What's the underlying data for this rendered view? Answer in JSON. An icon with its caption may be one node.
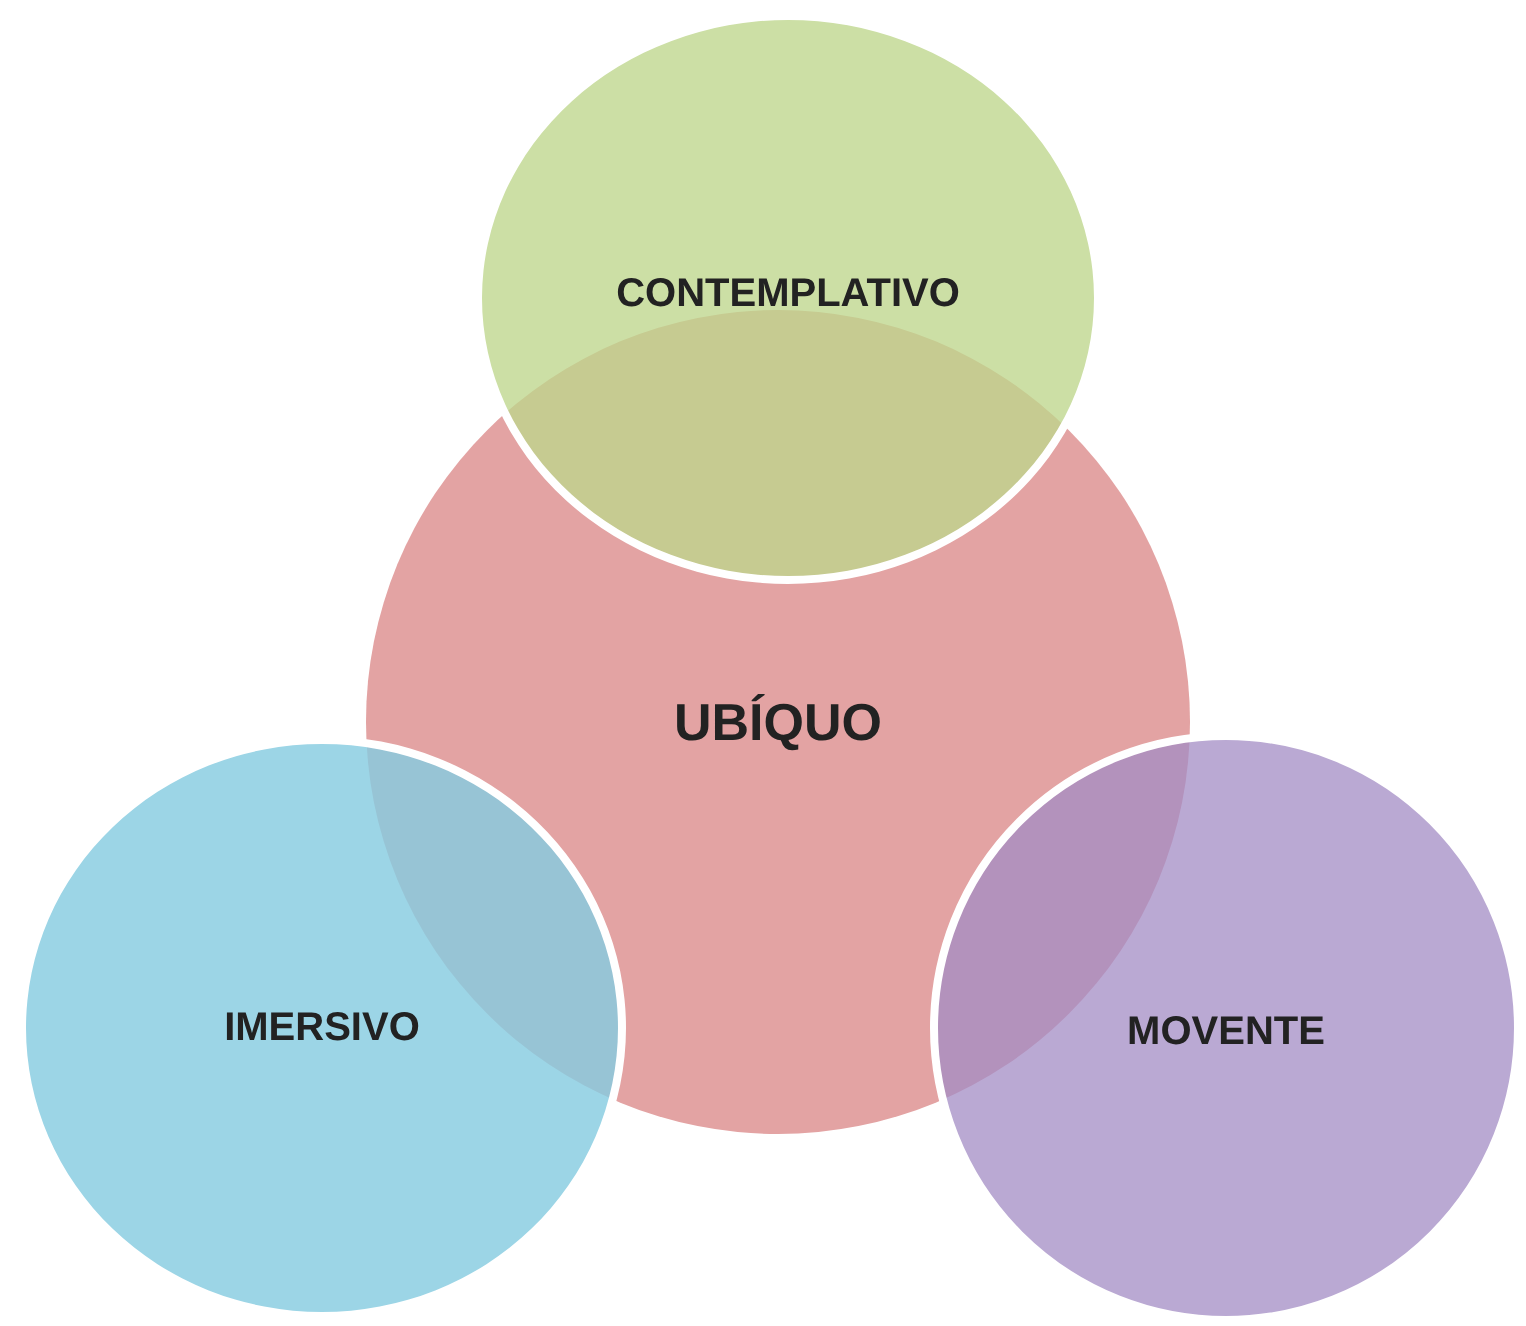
{
  "diagram": {
    "nodes": [
      {
        "text": [
          "CONTEMPLATIVO"
        ]
      },
      {
        "text": [
          "UBÍQUO"
        ]
      },
      {
        "text": [
          "IMERSIVO"
        ]
      },
      {
        "text": [
          "MOVENTE"
        ]
      }
    ]
  }
}
